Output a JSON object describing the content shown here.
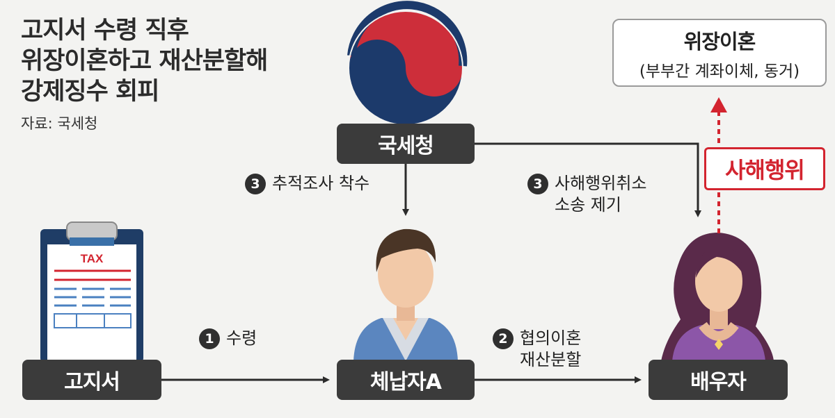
{
  "title": {
    "lines": [
      "고지서 수령 직후",
      "위장이혼하고 재산분할해",
      "강제징수 회피"
    ],
    "source": "자료: 국세청"
  },
  "nodes": {
    "nts": "국세청",
    "notice": "고지서",
    "debtor": "체납자A",
    "spouse": "배우자"
  },
  "divorce_box": {
    "title": "위장이혼",
    "detail": "(부부간 계좌이체, 동거)"
  },
  "fraud_tag": "사해행위",
  "steps": {
    "investigation": {
      "num": "3",
      "lines": [
        "추적조사 착수"
      ]
    },
    "lawsuit": {
      "num": "3",
      "lines": [
        "사해행위취소",
        "소송 제기"
      ]
    },
    "receipt": {
      "num": "1",
      "lines": [
        "수령"
      ]
    },
    "divorce": {
      "num": "2",
      "lines": [
        "협의이혼",
        "재산분할"
      ]
    }
  },
  "tax_doc_label": "TAX",
  "colors": {
    "node_bg": "#3b3b3b",
    "accent_red": "#d3242f",
    "logo_navy": "#1c3a6b",
    "logo_red": "#cd2e3a"
  },
  "icons": [
    "nts-logo-icon",
    "tax-clipboard-icon",
    "man-avatar-icon",
    "woman-avatar-icon"
  ]
}
